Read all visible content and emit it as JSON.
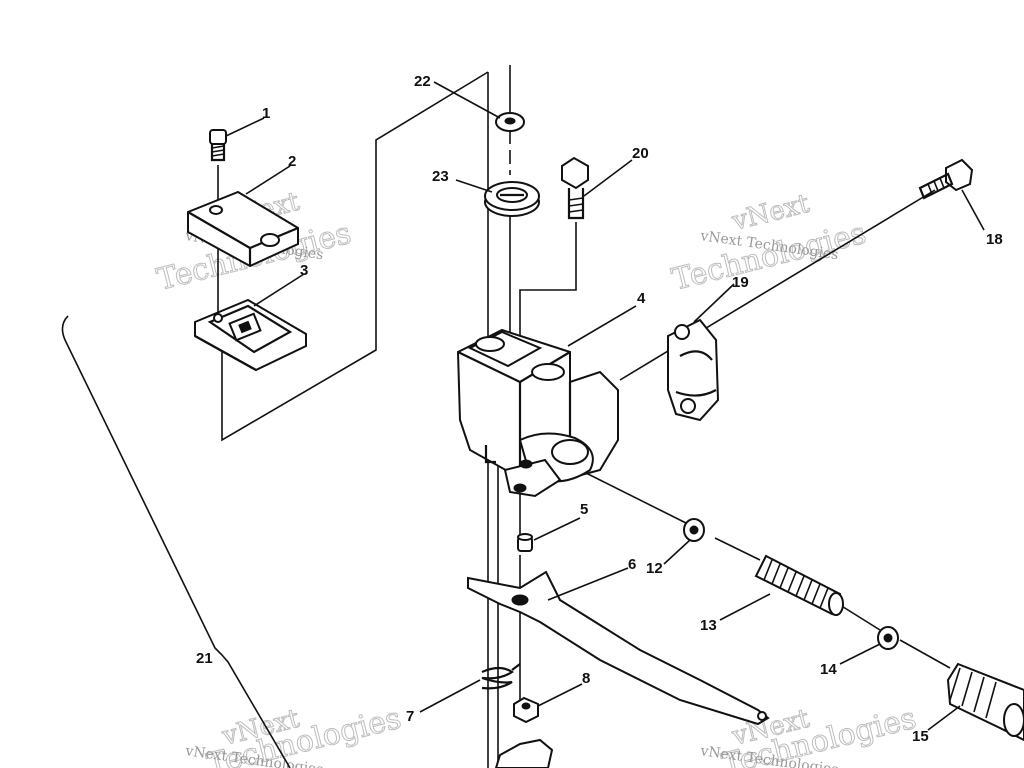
{
  "labels": {
    "l1": "1",
    "l2": "2",
    "l3": "3",
    "l4": "4",
    "l5": "5",
    "l6": "6",
    "l7": "7",
    "l8": "8",
    "l12": "12",
    "l13": "13",
    "l14": "14",
    "l15": "15",
    "l18": "18",
    "l19": "19",
    "l20": "20",
    "l21": "21",
    "l22": "22",
    "l23": "23"
  },
  "watermark": {
    "line1": "vNext",
    "line2": "Technologies",
    "inline": "vNext Technologies"
  }
}
